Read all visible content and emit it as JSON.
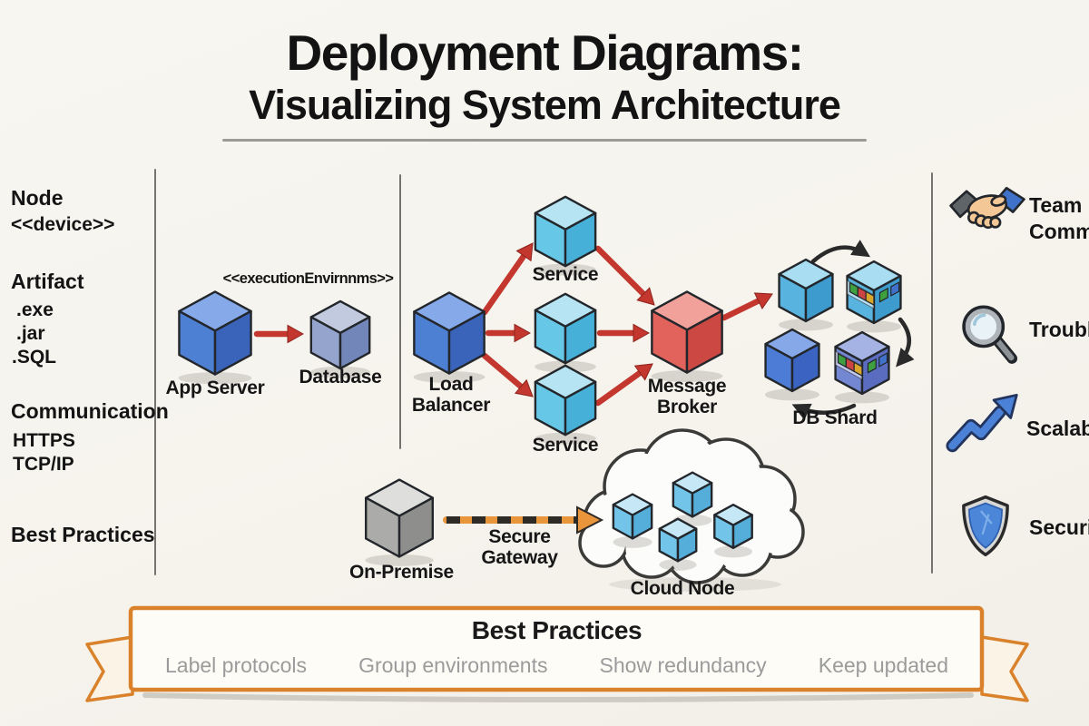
{
  "background": "#f6f4ef",
  "title": {
    "line1": "Deployment Diagrams:",
    "line2": "Visualizing System Architecture"
  },
  "legend": {
    "node_heading": "Node",
    "node_stereotype": "<<device>>",
    "artifact_heading": "Artifact",
    "artifact_items": [
      ".exe",
      ".jar",
      ".SQL"
    ],
    "communication_heading": "Communication",
    "communication_items": [
      "HTTPS",
      "TCP/IP"
    ],
    "best_practices_heading": "Best Practices"
  },
  "diagram": {
    "exec_env_label": "<<executionEnvirnnms>>",
    "nodes": {
      "app_server": {
        "label": "App Server",
        "color": "blue"
      },
      "database": {
        "label": "Database",
        "color": "slate"
      },
      "load_balancer": {
        "label": "Load Balancer",
        "color": "blue"
      },
      "service_top": {
        "label": "Service",
        "color": "cyan"
      },
      "service_middle": {
        "label": "",
        "color": "cyan"
      },
      "service_bottom": {
        "label": "Service",
        "color": "cyan"
      },
      "message_broker": {
        "label": "Message Broker",
        "color": "red"
      },
      "db_shard_cluster": {
        "label": "DB Shard"
      },
      "on_premise": {
        "label": "On-Premise",
        "color": "gray"
      },
      "secure_gateway_link": {
        "label": "Secure Gateway"
      },
      "cloud_node": {
        "label": "Cloud Node"
      }
    },
    "palette": {
      "blue": {
        "top": "#86aae9",
        "left": "#4d7fd3",
        "right": "#3a64b9"
      },
      "slate": {
        "top": "#c2cadf",
        "left": "#94a4cd",
        "right": "#7386ba"
      },
      "cyan": {
        "top": "#b7e4f3",
        "left": "#66c7e6",
        "right": "#47b0d8"
      },
      "red": {
        "top": "#f2a09a",
        "left": "#e2625c",
        "right": "#cc4843"
      },
      "shard_cyan": {
        "top": "#a9ddf1",
        "left": "#58b4de",
        "right": "#3e9bcd"
      },
      "royal": {
        "top": "#86a8e8",
        "left": "#4c7cd6",
        "right": "#3a63c2"
      },
      "periwinkle": {
        "top": "#a4b2e4",
        "left": "#7487d2",
        "right": "#5a6cc0"
      },
      "gray": {
        "top": "#dededc",
        "left": "#ababa9",
        "right": "#8e8e8c"
      },
      "cloud_cube": {
        "top": "#c6e7f6",
        "left": "#72c5e9",
        "right": "#55add9"
      }
    },
    "arrow_red": "#c3372e",
    "arrow_black": "#2a2a2a",
    "gateway_orange": "#e8953c"
  },
  "right_legend": {
    "items": [
      {
        "icon": "handshake-icon",
        "label": "Team Communication"
      },
      {
        "icon": "magnifier-icon",
        "label": "Troubleshooting"
      },
      {
        "icon": "trend-arrow-icon",
        "label": "Scalability"
      },
      {
        "icon": "shield-icon",
        "label": "Security"
      }
    ]
  },
  "banner": {
    "title": "Best Practices",
    "items": [
      "Label protocols",
      "Group environments",
      "Show redundancy",
      "Keep updated"
    ],
    "ribbon_color": "#d9822b"
  }
}
